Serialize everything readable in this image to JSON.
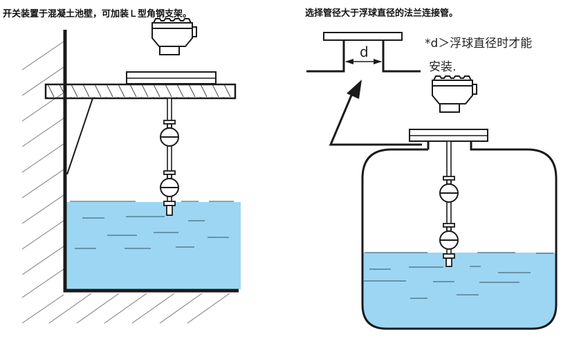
{
  "captions": {
    "left": "开关装置于混凝土池壁，可加装Ｌ型角钢支架。",
    "right": "选择管径大于浮球直径的法兰连接管。"
  },
  "note": {
    "line1": "*d＞浮球直径时才能",
    "line2": "安装.",
    "dimension_label": "d"
  },
  "colors": {
    "water": "#9dd6f3",
    "line": "#1a1a1a",
    "hatch": "#777777"
  },
  "diagrams": [
    {
      "name": "wall-mounted-installation",
      "elements": [
        "concrete wall",
        "L-shaped steel bracket",
        "mounting plate",
        "float switch head",
        "two floats",
        "water tank"
      ]
    },
    {
      "name": "flange-tank-installation",
      "elements": [
        "flange pipe detail",
        "pointer arrow",
        "float switch head",
        "two floats",
        "closed tank"
      ]
    }
  ]
}
